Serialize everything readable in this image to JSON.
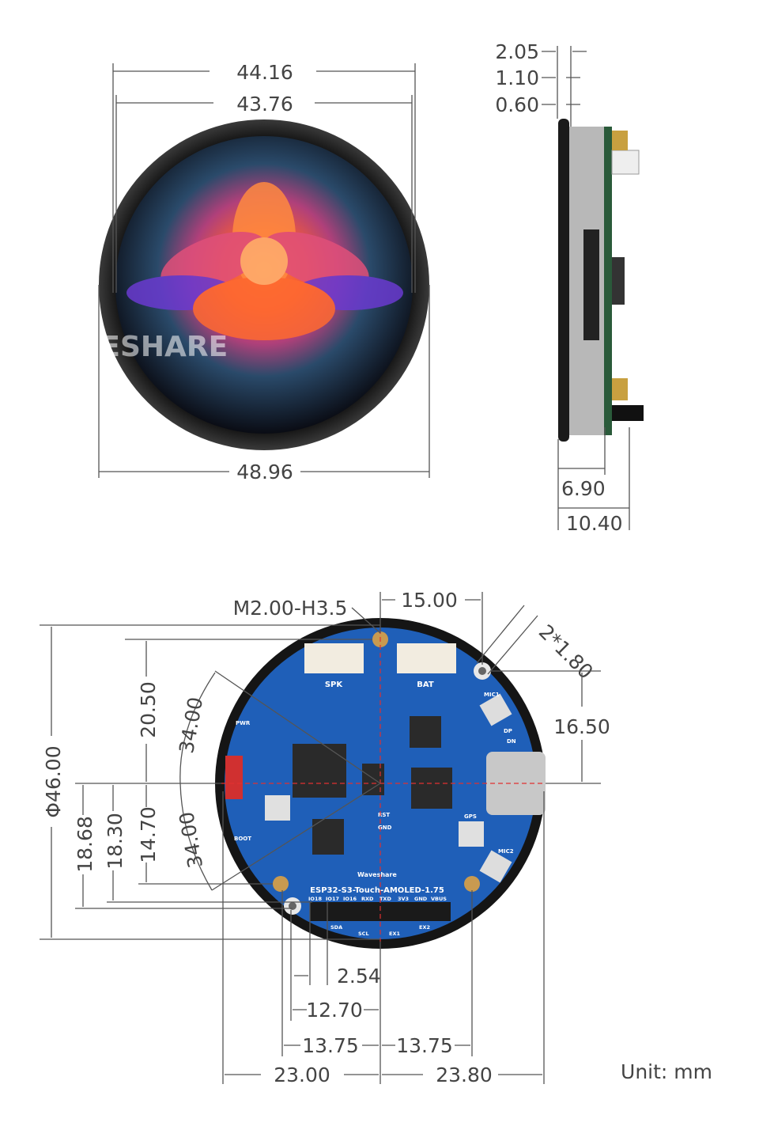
{
  "watermark": "WAVESHARE",
  "front_view": {
    "width_outer_top": "44.16",
    "width_active": "43.76",
    "width_total": "48.96"
  },
  "side_view": {
    "t1": "2.05",
    "t2": "1.10",
    "t3": "0.60",
    "depth1": "6.90",
    "depth2": "10.40"
  },
  "back_view": {
    "hole_spec": "M2.00-H3.5",
    "hole_offset_x": "15.00",
    "hole_dia": "2*1.80",
    "hole_offset_y": "16.50",
    "diameter": "Φ46.00",
    "top_hole_y": "20.50",
    "radius_upper": "34.00",
    "radius_lower": "34.00",
    "bottom_hole_y": "14.70",
    "header_y1": "18.30",
    "header_y2": "18.68",
    "pitch": "2.54",
    "header_x": "12.70",
    "hole_left": "13.75",
    "hole_right": "13.75",
    "edge_left": "23.00",
    "edge_right": "23.80",
    "board_labels": {
      "spk": "SPK",
      "bat": "BAT",
      "pwr": "PWR",
      "boot": "BOOT",
      "rst": "RST",
      "gnd": "GND",
      "gps": "GPS",
      "mic1": "MIC1",
      "mic2": "MIC2",
      "dp": "DP",
      "dn": "DN",
      "brand": "Waveshare",
      "model": "ESP32-S3-Touch-AMOLED-1.75",
      "pins": [
        "IO18",
        "IO17",
        "IO16",
        "RXD",
        "TXD",
        "3V3",
        "GND",
        "VBUS"
      ],
      "sda": "SDA",
      "scl": "SCL",
      "ex1": "EX1",
      "ex2": "EX2"
    }
  },
  "unit": "Unit: mm",
  "colors": {
    "pcb": "#1f5fb8",
    "centerline": "#e03030",
    "dimension": "#555555"
  }
}
